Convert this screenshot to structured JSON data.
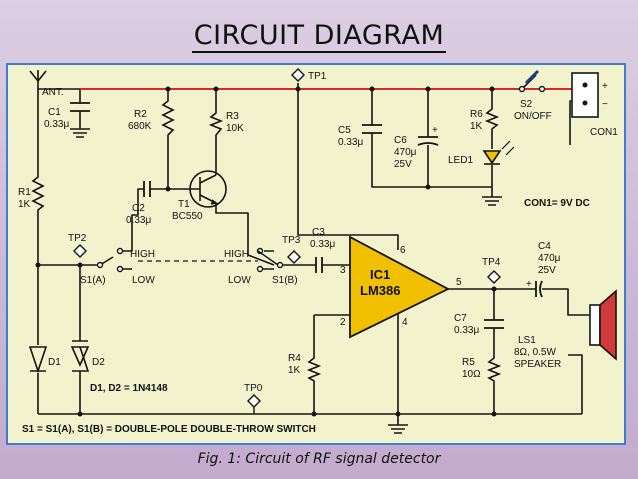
{
  "title": "CIRCUIT DIAGRAM",
  "caption": "Fig. 1: Circuit of RF signal detector",
  "colors": {
    "wire": "#141414",
    "rail": "#d42a2a",
    "ic_fill": "#f1c000",
    "frame": "#3a7fd0",
    "board": "#f2f3cd"
  },
  "labels": {
    "ant": "ANT.",
    "c1_name": "C1",
    "c1_val": "0.33μ",
    "r2_name": "R2",
    "r2_val": "680K",
    "r3_name": "R3",
    "r3_val": "10K",
    "tp1": "TP1",
    "c5_name": "C5",
    "c5_val": "0.33μ",
    "c6_name": "C6",
    "c6_val1": "470μ",
    "c6_val2": "25V",
    "r6_name": "R6",
    "r6_val": "1K",
    "led1": "LED1",
    "s2_name": "S2",
    "s2_val": "ON/OFF",
    "con1": "CON1",
    "con1_note": "CON1= 9V DC",
    "r1_name": "R1",
    "r1_val": "1K",
    "t1_name": "T1",
    "t1_val": "BC550",
    "c2_name": "C2",
    "c2_val": "0.33μ",
    "tp2": "TP2",
    "high_left": "HIGH",
    "low_left": "LOW",
    "s1a": "S1(A)",
    "high_right": "HIGH",
    "low_right": "LOW",
    "s1b": "S1(B)",
    "tp3": "TP3",
    "c3_name": "C3",
    "c3_val": "0.33μ",
    "ic1_name": "IC1",
    "ic1_val": "LM386",
    "pin6": "6",
    "pin3": "3",
    "pin2": "2",
    "pin4": "4",
    "pin5": "5",
    "tp4": "TP4",
    "c4_name": "C4",
    "c4_val1": "470μ",
    "c4_val2": "25V",
    "c7_name": "C7",
    "c7_val": "0.33μ",
    "ls1_name": "LS1",
    "ls1_val1": "8Ω, 0.5W",
    "ls1_val2": "SPEAKER",
    "r5_name": "R5",
    "r5_val": "10Ω",
    "r4_name": "R4",
    "r4_val": "1K",
    "d1": "D1",
    "d2": "D2",
    "diode_note": "D1, D2 = 1N4148",
    "tp0": "TP0",
    "switch_note": "S1 = S1(A), S1(B) = DOUBLE-POLE DOUBLE-THROW SWITCH",
    "plus": "+",
    "minus": "−"
  }
}
